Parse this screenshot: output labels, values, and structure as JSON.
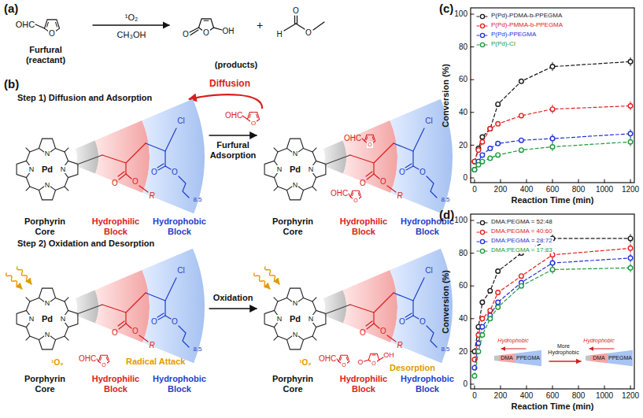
{
  "diagram": {
    "labels": [
      "(a)",
      "OHC",
      "O",
      "¹O₂",
      "CH₃OH",
      "O",
      "O",
      "OH",
      "+",
      "O",
      "H",
      "O",
      "Furfural (reactant)",
      "(products)",
      "(b)",
      "Step 1) Diffusion and Adsorption",
      "Diffusion",
      "OHC",
      "O",
      "Furfural Adsorption",
      "Pd",
      "N",
      "N",
      "N",
      "N",
      "O",
      "O",
      "R",
      "Cl",
      "O",
      "O",
      "8.5",
      "Porphyrin Core",
      "Hydrophilic Block",
      "Hydrophobic Block",
      "Pd",
      "N",
      "N",
      "N",
      "N",
      "O",
      "O",
      "R",
      "Cl",
      "O",
      "O",
      "8.5",
      "Porphyrin Core",
      "Hydrophilic Block",
      "Hydrophobic Block",
      "OHC",
      "O",
      "OHC",
      "O",
      "Step 2) Oxidation and Desorption",
      "Oxidation",
      "Pd",
      "N",
      "N",
      "N",
      "N",
      "O",
      "O",
      "R",
      "Cl",
      "O",
      "O",
      "8.5",
      "Porphyrin Core",
      "Hydrophilic Block",
      "Hydrophobic Block",
      "¹O₂",
      "OHC",
      "O",
      "Radical Attack",
      "Pd",
      "N",
      "N",
      "N",
      "N",
      "O",
      "O",
      "R",
      "Cl",
      "O",
      "O",
      "8.5",
      "Porphyrin Core",
      "Hydrophilic Block",
      "Hydrophobic Block",
      "¹O₂",
      "OHC",
      "O",
      "O",
      "O",
      "OH",
      "Desorption",
      "(c)",
      "0",
      "20",
      "40",
      "60",
      "80",
      "100",
      "0",
      "200",
      "400",
      "600",
      "800",
      "1000",
      "1200",
      "Reaction Time (min)",
      "Conversion (%)",
      "(d)",
      "0",
      "20",
      "40",
      "60",
      "80",
      "100",
      "0",
      "200",
      "400",
      "600",
      "800",
      "1000",
      "1200",
      "Reaction Time (min)",
      "Conversion (%)",
      "Hydrophobic",
      "DMA",
      "PPEGMA",
      "More Hydrophobic",
      "Hydrophobic",
      "DMA",
      "PPEGMA"
    ],
    "legend": [
      {
        "text": "P(Pd)-PDMA-b-PPEGMA"
      },
      {
        "text": "P(Pd)-PMMA-b-PPEGMA"
      },
      {
        "text": "P(Pd)-PPEGMA"
      },
      {
        "text": "P(Pd)-Cl"
      },
      {
        "text": "DMA:PEGMA = 52:48"
      },
      {
        "text": "DMA:PEGMA = 40:60"
      },
      {
        "text": "DMA:PEGMA = 28:72"
      },
      {
        "text": "DMA:PEGMA = 17:83"
      }
    ]
  }
}
